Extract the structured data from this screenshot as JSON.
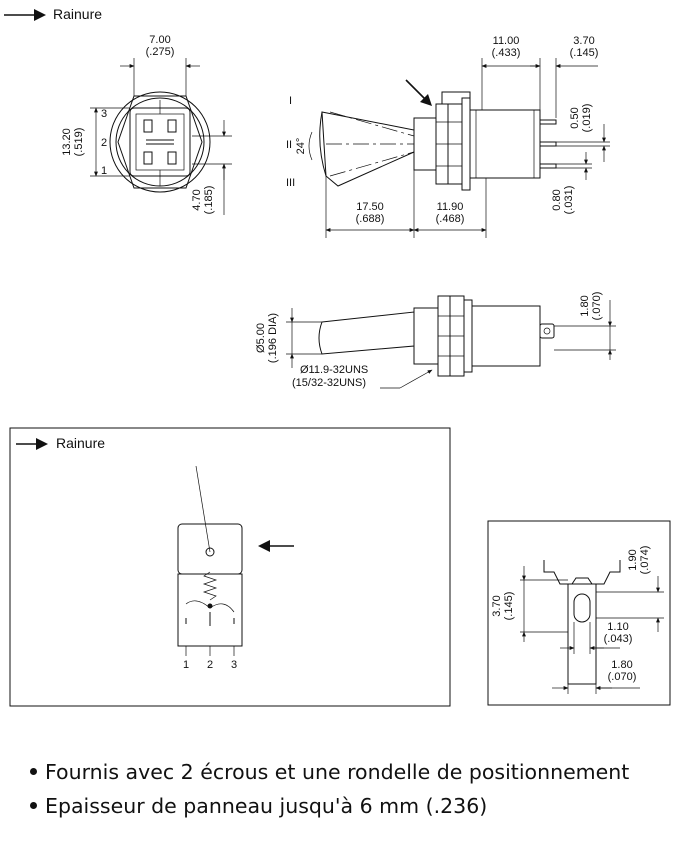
{
  "legend": {
    "groove_label": "Rainure"
  },
  "front_view": {
    "width_mm": "7.00",
    "width_in": "(.275)",
    "height_mm": "13.20",
    "height_in": "(.519)",
    "offset_mm": "4.70",
    "offset_in": "(.185)",
    "pins": [
      "3",
      "2",
      "1"
    ]
  },
  "side_view": {
    "positions": [
      "I",
      "II",
      "III"
    ],
    "angle": "24°",
    "lever_mm": "17.50",
    "lever_in": "(.688)",
    "bushing_mm": "11.90",
    "bushing_in": "(.468)",
    "body_mm": "11.00",
    "body_in": "(.433)",
    "term_mm": "3.70",
    "term_in": "(.145)",
    "term_thick_mm": "0.50",
    "term_thick_in": "(.019)",
    "term_gap_mm": "0.80",
    "term_gap_in": "(.031)"
  },
  "lower_side_view": {
    "lever_dia_mm": "Ø5.00",
    "lever_dia_in": "(.196 DIA)",
    "thread_mm": "Ø11.9-32UNS",
    "thread_in": "(15/32-32UNS)",
    "tab_mm": "1.80",
    "tab_in": "(.070)"
  },
  "schematic": {
    "groove_label": "Rainure",
    "pins": [
      "1",
      "2",
      "3"
    ]
  },
  "terminal_detail": {
    "height_mm": "3.70",
    "height_in": "(.145)",
    "top_mm": "1.90",
    "top_in": "(.074)",
    "slot_mm": "1.10",
    "slot_in": "(.043)",
    "width_mm": "1.80",
    "width_in": "(.070)"
  },
  "notes": [
    "Fournis avec 2 écrous et une rondelle de positionnement",
    "Epaisseur de panneau jusqu'à 6 mm (.236)"
  ]
}
